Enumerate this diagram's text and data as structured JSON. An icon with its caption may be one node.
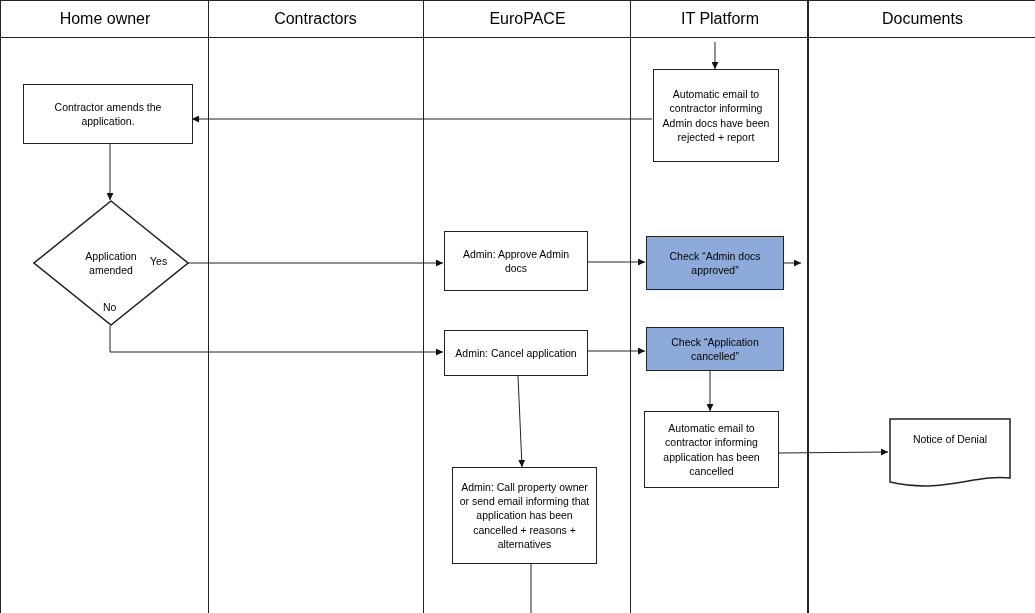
{
  "diagram": {
    "nodes": [
      {
        "text": [
          "Home owner"
        ]
      },
      {
        "text": [
          "Contractors"
        ]
      },
      {
        "text": [
          "EuroPACE"
        ]
      },
      {
        "text": [
          "IT Platform"
        ]
      },
      {
        "text": [
          "Documents"
        ]
      },
      {
        "text": [
          "Contractor amends the application."
        ],
        "in": 0
      },
      {
        "text": [
          "Application amended"
        ],
        "in": 0
      },
      {
        "text": [
          "Admin: Approve Admin docs"
        ],
        "in": 2
      },
      {
        "text": [
          "Admin: Cancel application"
        ],
        "in": 2
      },
      {
        "text": [
          "Admin: Call property owner or send email informing that application has been cancelled + reasons + alternatives"
        ],
        "in": 2
      },
      {
        "text": [
          "Automatic email to contractor informing Admin docs have been rejected + report"
        ],
        "in": 3
      },
      {
        "text": [
          "Check “Admin docs approved”"
        ],
        "in": 3
      },
      {
        "text": [
          "Check “Application cancelled”"
        ],
        "in": 3
      },
      {
        "text": [
          "Automatic email to contractor informing application has been cancelled"
        ],
        "in": 3
      },
      {
        "text": [
          "Notice of Denial"
        ],
        "in": 4
      }
    ],
    "edges": [
      {
        "from": null,
        "to": 10,
        "arrow": "to"
      },
      {
        "from": 10,
        "to": 5,
        "arrow": "to"
      },
      {
        "from": 5,
        "to": 6,
        "arrow": "to"
      },
      {
        "from": 6,
        "to": 7,
        "arrow": "to",
        "label": "Yes"
      },
      {
        "from": 6,
        "to": 8,
        "arrow": "to",
        "label": "No"
      },
      {
        "from": 7,
        "to": 11,
        "arrow": "to"
      },
      {
        "from": 11,
        "to": null,
        "arrow": "to"
      },
      {
        "from": 8,
        "to": 12,
        "arrow": "to"
      },
      {
        "from": 12,
        "to": 13,
        "arrow": "to"
      },
      {
        "from": 8,
        "to": 9,
        "arrow": "to"
      },
      {
        "from": 13,
        "to": 14,
        "arrow": "to"
      },
      {
        "from": 9,
        "to": null,
        "arrow": "none"
      }
    ]
  }
}
